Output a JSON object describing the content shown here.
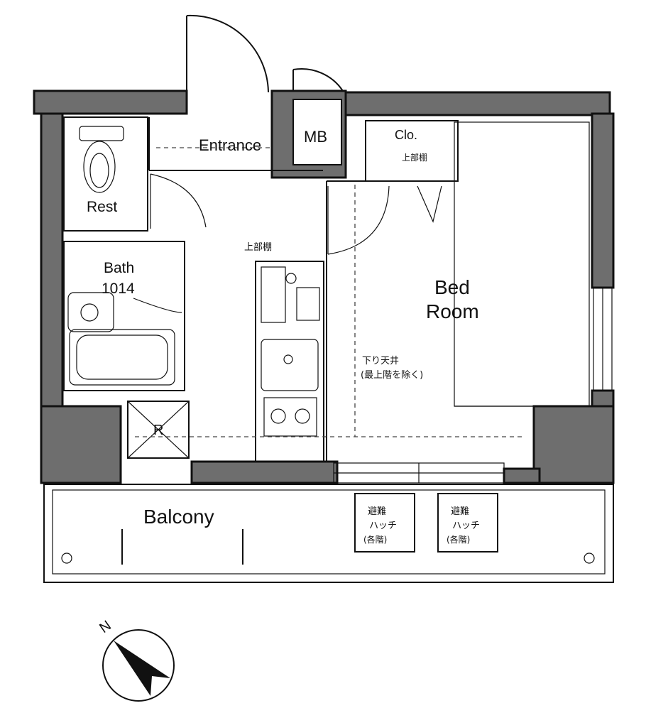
{
  "rooms": {
    "entrance": "Entrance",
    "mb": "MB",
    "closet": "Clo.",
    "rest": "Rest",
    "bath_name": "Bath",
    "bath_size": "1014",
    "bedroom_line1": "Bed",
    "bedroom_line2": "Room",
    "balcony": "Balcony",
    "refrigerator": "R"
  },
  "notes": {
    "upper_storage": "上部棚",
    "upper_storage_closet": "上部棚",
    "lowered_ceiling_line1": "下り天井",
    "lowered_ceiling_line2": "(最上階を除く)"
  },
  "hatches": [
    {
      "line1": "避難",
      "line2": "ハッチ",
      "line3": "(各階)"
    },
    {
      "line1": "避難",
      "line2": "ハッチ",
      "line3": "(各階)"
    }
  ],
  "compass": {
    "north_letter": "N"
  },
  "colors": {
    "wall_fill": "#6e6e6e",
    "line": "#111111",
    "background": "#ffffff"
  }
}
